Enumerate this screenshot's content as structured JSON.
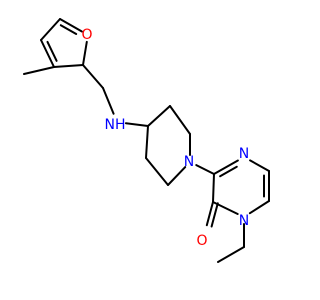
{
  "molecule": {
    "colors": {
      "bond": "#000000",
      "O": "#ff0000",
      "N": "#0000ff",
      "background": "#ffffff"
    },
    "atoms": [
      {
        "id": "o_furan",
        "text": "O",
        "element": "O"
      },
      {
        "id": "nh_amine",
        "text": "NH",
        "element": "N"
      },
      {
        "id": "n_piperidine",
        "text": "N",
        "element": "N"
      },
      {
        "id": "n_pyrazine_ring",
        "text": "N",
        "element": "N"
      },
      {
        "id": "n_pyrazinone",
        "text": "N",
        "element": "N"
      },
      {
        "id": "o_carbonyl",
        "text": "O",
        "element": "O"
      }
    ]
  }
}
